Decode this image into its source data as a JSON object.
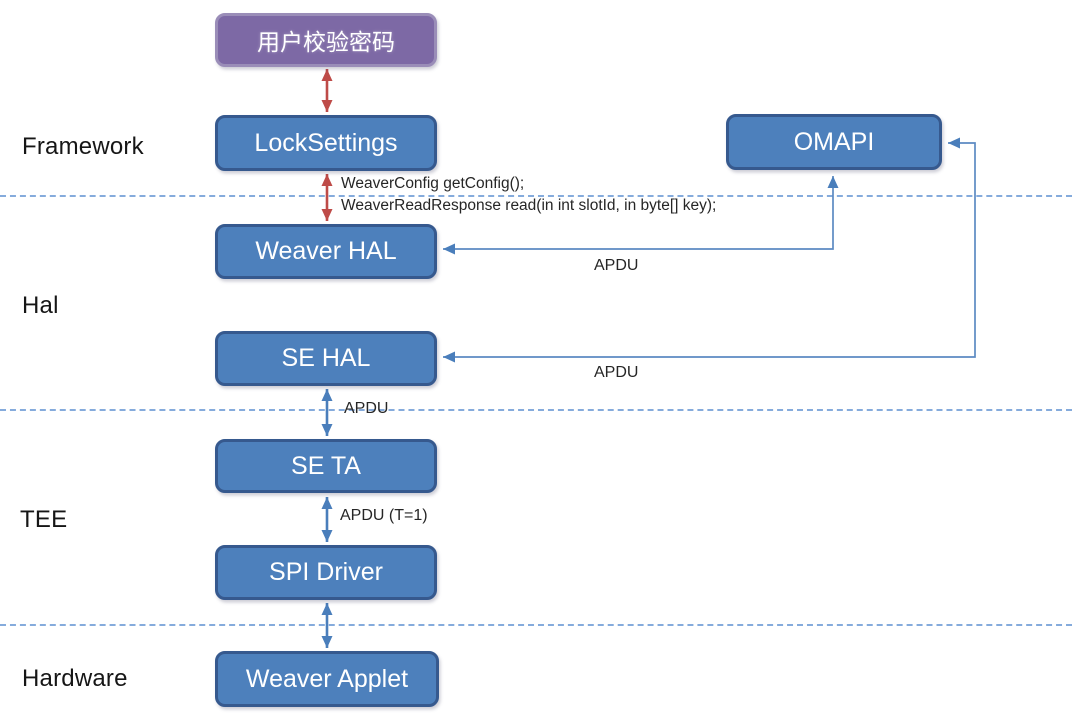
{
  "diagram": {
    "title_context": "Weaver / SE architecture stack diagram",
    "layers": [
      {
        "name": "Framework"
      },
      {
        "name": "Hal"
      },
      {
        "name": "TEE"
      },
      {
        "name": "Hardware"
      }
    ],
    "nodes": [
      {
        "id": "user-verify-password",
        "label": "用户校验密码",
        "style": "purple"
      },
      {
        "id": "lock-settings",
        "label": "LockSettings",
        "style": "blue"
      },
      {
        "id": "omapi",
        "label": "OMAPI",
        "style": "blue"
      },
      {
        "id": "weaver-hal",
        "label": "Weaver HAL",
        "style": "blue"
      },
      {
        "id": "se-hal",
        "label": "SE HAL",
        "style": "blue"
      },
      {
        "id": "se-ta",
        "label": "SE TA",
        "style": "blue"
      },
      {
        "id": "spi-driver",
        "label": "SPI Driver",
        "style": "blue"
      },
      {
        "id": "weaver-applet",
        "label": "Weaver Applet",
        "style": "blue"
      }
    ],
    "edge_labels": [
      {
        "id": "sig-getconfig",
        "text": "WeaverConfig getConfig();"
      },
      {
        "id": "sig-read",
        "text": "WeaverReadResponse read(in int slotId, in byte[] key);"
      },
      {
        "id": "apdu-weaverhal-omapi",
        "text": "APDU"
      },
      {
        "id": "apdu-sehal-omapi",
        "text": "APDU"
      },
      {
        "id": "apdu-sehal-seta",
        "text": "APDU"
      },
      {
        "id": "apdu-t1",
        "text": "APDU (T=1)"
      }
    ],
    "edges": [
      {
        "from": "user-verify-password",
        "to": "lock-settings",
        "type": "vertical-double-arrow",
        "color": "red"
      },
      {
        "from": "lock-settings",
        "to": "weaver-hal",
        "type": "vertical-double-arrow",
        "color": "red",
        "labels": [
          "sig-getconfig",
          "sig-read"
        ]
      },
      {
        "from": "weaver-hal",
        "to": "omapi",
        "type": "elbow-double-arrow",
        "color": "blue",
        "labels": [
          "apdu-weaverhal-omapi"
        ]
      },
      {
        "from": "se-hal",
        "to": "omapi",
        "type": "elbow-double-arrow",
        "color": "blue",
        "labels": [
          "apdu-sehal-omapi"
        ]
      },
      {
        "from": "se-hal",
        "to": "se-ta",
        "type": "vertical-double-arrow",
        "color": "blue",
        "labels": [
          "apdu-sehal-seta"
        ]
      },
      {
        "from": "se-ta",
        "to": "spi-driver",
        "type": "vertical-double-arrow",
        "color": "blue",
        "labels": [
          "apdu-t1"
        ]
      },
      {
        "from": "spi-driver",
        "to": "weaver-applet",
        "type": "vertical-double-arrow",
        "color": "blue"
      }
    ],
    "colors": {
      "node_fill": "#4d80bc",
      "node_border": "#36598e",
      "purple_fill": "#7d69a5",
      "purple_border": "#9a8db8",
      "red_arrow": "#be4b48",
      "blue_arrow": "#4a7ebb",
      "dashed_line": "#85abdc",
      "edge_label_text": "#262626",
      "layer_label_text": "#161616",
      "background": "#ffffff"
    }
  }
}
